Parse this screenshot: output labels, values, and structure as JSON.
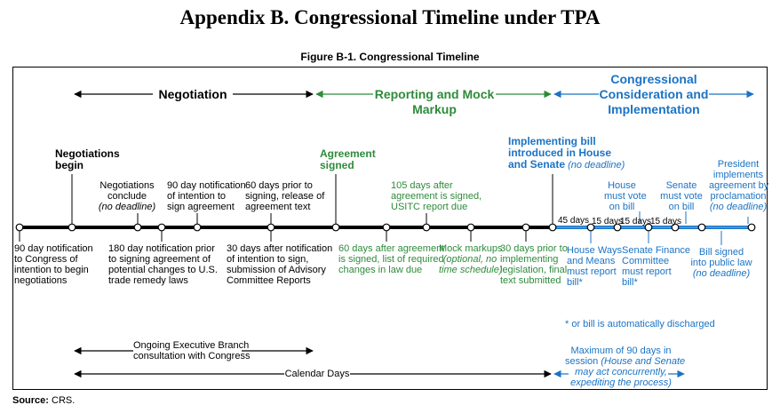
{
  "heading": "Appendix B.  Congressional Timeline under TPA",
  "figure_title": "Figure B-1. Congressional Timeline",
  "source": {
    "label": "Source:",
    "text": " CRS."
  },
  "colors": {
    "black": "#000000",
    "green": "#2e8b3a",
    "blue": "#1b73c4"
  },
  "phases": {
    "negotiation": "Negotiation",
    "reporting_line1": "Reporting and Mock",
    "reporting_line2": "Markup",
    "consideration_line1": "Congressional",
    "consideration_line2": "Consideration and",
    "consideration_line3": "Implementation"
  },
  "above": {
    "neg_begin": [
      "Negotiations",
      "begin"
    ],
    "neg_conclude": [
      "Negotiations",
      "conclude",
      "(no deadline)"
    ],
    "ninety_notif": [
      "90 day notification",
      "of intention to",
      "sign agreement"
    ],
    "sixty_prior": [
      "60 days prior to",
      "signing, release of",
      "agreement text"
    ],
    "agreement_signed": [
      "Agreement",
      "signed"
    ],
    "usitc": [
      "105 days after",
      "agreement is signed,",
      "USITC report due"
    ],
    "impl_bill": [
      "Implementing bill",
      "introduced in House",
      "and Senate",
      " (no deadline)"
    ],
    "house_vote": [
      "House",
      "must vote",
      "on bill"
    ],
    "senate_vote": [
      "Senate",
      "must vote",
      "on bill"
    ],
    "president": [
      "President",
      "implements",
      "agreement by",
      "proclamation",
      "(no deadline)"
    ]
  },
  "below": {
    "ninety_congress": [
      "90 day notification",
      "to Congress of",
      "intention to begin",
      "negotiations"
    ],
    "one_eighty": [
      "180 day notification prior",
      "to signing agreement of",
      "potential changes to U.S.",
      "trade remedy laws"
    ],
    "thirty_after": [
      "30 days after notification",
      "of intention to sign,",
      "submission of Advisory",
      "Committee Reports"
    ],
    "sixty_after": [
      "60 days after agreement",
      "is signed, list of required",
      "changes in law due"
    ],
    "mock": [
      "Mock markups",
      "(optional, no",
      "time schedule)"
    ],
    "thirty_prior": [
      "30 days prior to",
      "implementing",
      "legislation, final",
      "text submitted"
    ],
    "house_ways": [
      "House Ways",
      "and Means",
      "must report",
      "bill*"
    ],
    "senate_finance": [
      "Senate Finance",
      "Committee",
      "must report",
      "bill*"
    ],
    "bill_signed": [
      "Bill signed",
      "into public law",
      "(no deadline)"
    ]
  },
  "intervals": {
    "d45": "45 days",
    "d15a": "15 days",
    "d15b": "15 days",
    "d15c": "15 days"
  },
  "footnote": "* or bill is automatically discharged",
  "bottom": {
    "ongoing": [
      "Ongoing Executive Branch",
      "consultation with Congress"
    ],
    "calendar": "Calendar Days",
    "maximum": [
      "Maximum of 90 days in",
      "session",
      " (House and Senate",
      "may act concurrently,",
      "expediting the process)"
    ]
  }
}
